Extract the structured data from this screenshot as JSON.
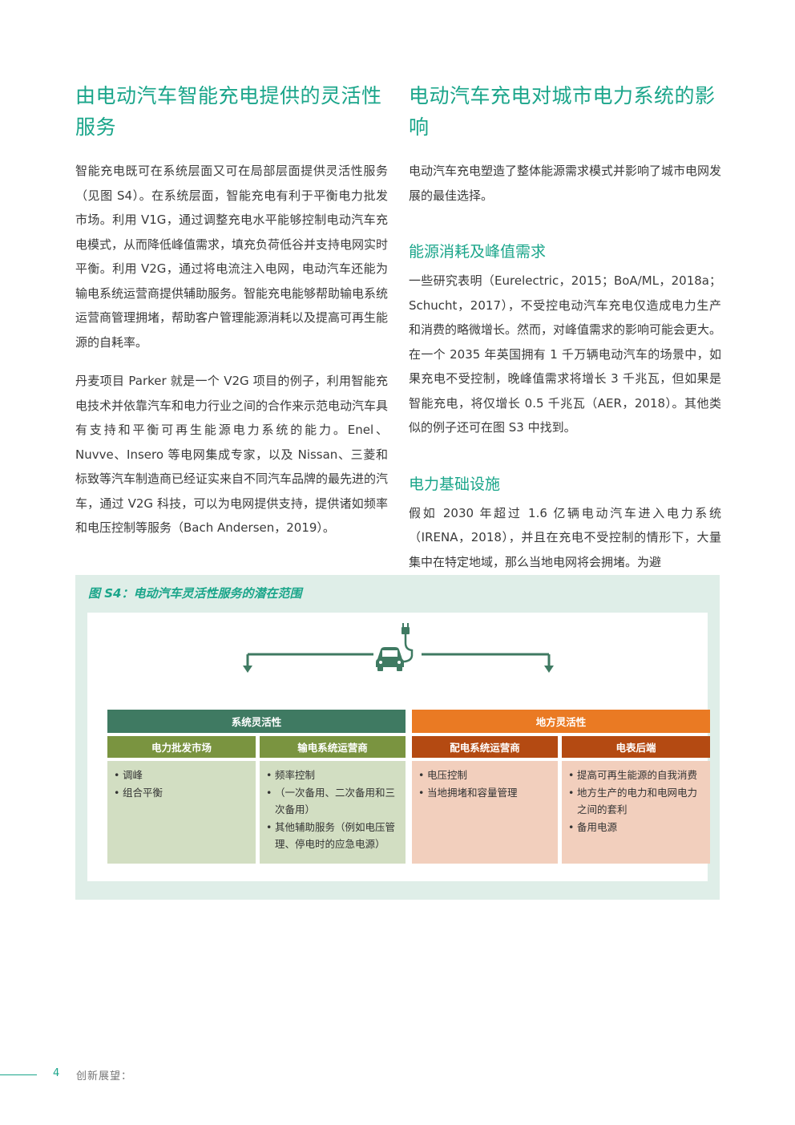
{
  "left": {
    "title": "由电动汽车智能充电提供的灵活性服务",
    "para1": "智能充电既可在系统层面又可在局部层面提供灵活性服务（见图 S4）。在系统层面，智能充电有利于平衡电力批发市场。利用 V1G，通过调整充电水平能够控制电动汽车充电模式，从而降低峰值需求，填充负荷低谷并支持电网实时平衡。利用 V2G，通过将电流注入电网，电动汽车还能为输电系统运营商提供辅助服务。智能充电能够帮助输电系统运营商管理拥堵，帮助客户管理能源消耗以及提高可再生能源的自耗率。",
    "para2": "丹麦项目 Parker 就是一个 V2G 项目的例子，利用智能充电技术并依靠汽车和电力行业之间的合作来示范电动汽车具有支持和平衡可再生能源电力系统的能力。Enel、Nuvve、Insero 等电网集成专家，以及 Nissan、三菱和标致等汽车制造商已经证实来自不同汽车品牌的最先进的汽车，通过 V2G 科技，可以为电网提供支持，提供诸如频率和电压控制等服务（Bach Andersen，2019）。"
  },
  "right": {
    "title": "电动汽车充电对城市电力系统的影响",
    "intro": "电动汽车充电塑造了整体能源需求模式并影响了城市电网发展的最佳选择。",
    "section1_title": "能源消耗及峰值需求",
    "section1_text": "一些研究表明（Eurelectric，2015；BoA/ML，2018a；Schucht，2017），不受控电动汽车充电仅造成电力生产和消费的略微增长。然而，对峰值需求的影响可能会更大。在一个 2035 年英国拥有 1 千万辆电动汽车的场景中，如果充电不受控制，晚峰值需求将增长 3 千兆瓦，但如果是智能充电，将仅增长 0.5 千兆瓦（AER，2018）。其他类似的例子还可在图 S3 中找到。",
    "section2_title": "电力基础设施",
    "section2_text": "假如 2030 年超过 1.6 亿辆电动汽车进入电力系统（IRENA，2018），并且在充电不受控制的情形下，大量集中在特定地域，那么当地电网将会拥堵。为避"
  },
  "figure": {
    "title": "图 S4：电动汽车灵活性服务的潜在范围",
    "system_header": "系统灵活性",
    "local_header": "地方灵活性",
    "columns": [
      {
        "header": "电力批发市场",
        "items": [
          "调峰",
          "组合平衡"
        ]
      },
      {
        "header": "输电系统运营商",
        "items": [
          "频率控制",
          "（一次备用、二次备用和三次备用）",
          "其他辅助服务（例如电压管理、停电时的应急电源）"
        ]
      },
      {
        "header": "配电系统运营商",
        "items": [
          "电压控制",
          "当地拥堵和容量管理"
        ]
      },
      {
        "header": "电表后端",
        "items": [
          "提高可再生能源的自我消费",
          "地方生产的电力和电网电力之间的套利",
          "备用电源"
        ]
      }
    ],
    "icon": "electric-car-plug-icon",
    "colors": {
      "system": "#3f7a62",
      "local": "#ea7a23",
      "system_sub": "#7a9440",
      "local_sub": "#b44a12",
      "system_box": "#d2dec2",
      "local_box": "#f2cfbd"
    }
  },
  "footer": {
    "page_number": "4",
    "text": "创新展望："
  }
}
